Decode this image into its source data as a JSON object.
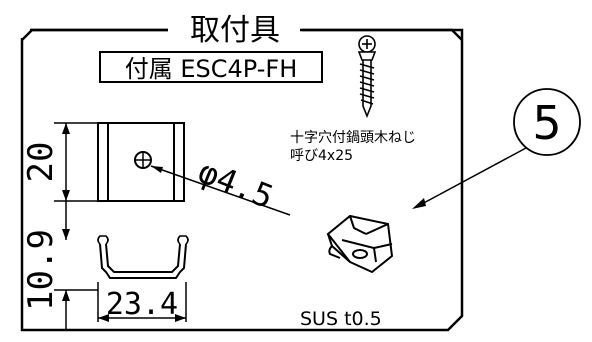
{
  "title": "取付具",
  "part_label": "付属 ESC4P-FH",
  "screw_note_line1": "十字穴付鍋頭木ねじ",
  "screw_note_line2": "呼び4x25",
  "hole_diameter": "φ4.5",
  "dim_height_top": "20",
  "dim_height_bottom": "10.9",
  "dim_width": "23.4",
  "callout_number": "5",
  "material_note": "SUS t0.5"
}
